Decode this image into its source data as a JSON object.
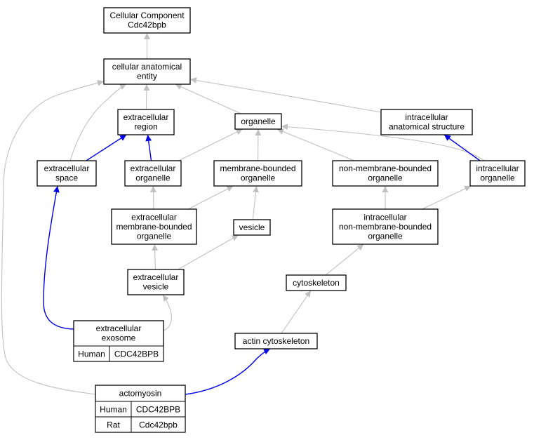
{
  "colors": {
    "grey_edge": "#c0c0c0",
    "blue_edge": "#0000ee",
    "human_cell": "#ff6347",
    "rat_cell": "#ffcc00",
    "node_border": "#000000"
  },
  "nodes": {
    "cellular_component": [
      "Cellular Component",
      "Cdc42bpb"
    ],
    "cellular_anatomical_entity": [
      "cellular anatomical",
      "entity"
    ],
    "extracellular_region": [
      "extracellular",
      "region"
    ],
    "organelle": [
      "organelle"
    ],
    "intracellular_anatomical_structure": [
      "intracellular",
      "anatomical structure"
    ],
    "extracellular_space": [
      "extracellular",
      "space"
    ],
    "extracellular_organelle": [
      "extracellular",
      "organelle"
    ],
    "membrane_bounded_organelle": [
      "membrane-bounded",
      "organelle"
    ],
    "non_membrane_bounded_organelle": [
      "non-membrane-bounded",
      "organelle"
    ],
    "intracellular_organelle": [
      "intracellular",
      "organelle"
    ],
    "extracellular_membrane_bounded_organelle": [
      "extracellular",
      "membrane-bounded",
      "organelle"
    ],
    "vesicle": [
      "vesicle"
    ],
    "intracellular_non_membrane_bounded_organelle": [
      "intracellular",
      "non-membrane-bounded",
      "organelle"
    ],
    "extracellular_vesicle": [
      "extracellular",
      "vesicle"
    ],
    "cytoskeleton": [
      "cytoskeleton"
    ],
    "extracellular_exosome": [
      "extracellular",
      "exosome"
    ],
    "actin_cytoskeleton": [
      "actin cytoskeleton"
    ],
    "actomyosin": [
      "actomyosin"
    ]
  },
  "annotations": {
    "extracellular_exosome": [
      {
        "species": "Human",
        "gene": "CDC42BPB",
        "color": "#ff6347"
      }
    ],
    "actomyosin": [
      {
        "species": "Human",
        "gene": "CDC42BPB",
        "color": "#ff6347"
      },
      {
        "species": "Rat",
        "gene": "Cdc42bpb",
        "color": "#ffcc00"
      }
    ]
  },
  "edges": [
    {
      "from": "cellular_anatomical_entity",
      "to": "cellular_component",
      "kind": "grey"
    },
    {
      "from": "extracellular_region",
      "to": "cellular_anatomical_entity",
      "kind": "grey"
    },
    {
      "from": "organelle",
      "to": "cellular_anatomical_entity",
      "kind": "grey"
    },
    {
      "from": "intracellular_anatomical_structure",
      "to": "cellular_anatomical_entity",
      "kind": "grey"
    },
    {
      "from": "extracellular_space",
      "to": "cellular_anatomical_entity",
      "kind": "grey"
    },
    {
      "from": "actomyosin",
      "to": "cellular_anatomical_entity",
      "kind": "grey"
    },
    {
      "from": "extracellular_space",
      "to": "extracellular_region",
      "kind": "blue"
    },
    {
      "from": "extracellular_organelle",
      "to": "extracellular_region",
      "kind": "blue"
    },
    {
      "from": "extracellular_organelle",
      "to": "organelle",
      "kind": "grey"
    },
    {
      "from": "membrane_bounded_organelle",
      "to": "organelle",
      "kind": "grey"
    },
    {
      "from": "non_membrane_bounded_organelle",
      "to": "organelle",
      "kind": "grey"
    },
    {
      "from": "intracellular_organelle",
      "to": "organelle",
      "kind": "grey"
    },
    {
      "from": "intracellular_organelle",
      "to": "intracellular_anatomical_structure",
      "kind": "blue"
    },
    {
      "from": "extracellular_membrane_bounded_organelle",
      "to": "extracellular_organelle",
      "kind": "grey"
    },
    {
      "from": "extracellular_membrane_bounded_organelle",
      "to": "membrane_bounded_organelle",
      "kind": "grey"
    },
    {
      "from": "vesicle",
      "to": "membrane_bounded_organelle",
      "kind": "grey"
    },
    {
      "from": "intracellular_non_membrane_bounded_organelle",
      "to": "non_membrane_bounded_organelle",
      "kind": "grey"
    },
    {
      "from": "intracellular_non_membrane_bounded_organelle",
      "to": "intracellular_organelle",
      "kind": "grey"
    },
    {
      "from": "extracellular_vesicle",
      "to": "extracellular_membrane_bounded_organelle",
      "kind": "grey"
    },
    {
      "from": "extracellular_vesicle",
      "to": "vesicle",
      "kind": "grey"
    },
    {
      "from": "cytoskeleton",
      "to": "intracellular_non_membrane_bounded_organelle",
      "kind": "grey"
    },
    {
      "from": "extracellular_exosome",
      "to": "extracellular_space",
      "kind": "blue"
    },
    {
      "from": "extracellular_exosome",
      "to": "extracellular_vesicle",
      "kind": "grey"
    },
    {
      "from": "actin_cytoskeleton",
      "to": "cytoskeleton",
      "kind": "grey"
    },
    {
      "from": "actomyosin",
      "to": "actin_cytoskeleton",
      "kind": "blue"
    }
  ]
}
